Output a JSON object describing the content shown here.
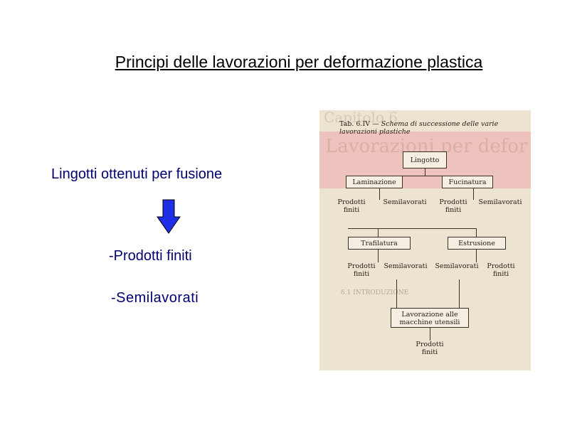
{
  "title": "Principi delle lavorazioni per deformazione plastica",
  "left": {
    "source": "Lingotti ottenuti per fusione",
    "outputs": [
      "-Prodotti finiti",
      "-Semilavorati"
    ]
  },
  "figure": {
    "caption_label": "Tab. 6.IV —",
    "caption_text": "Schema di successione delle varie lavorazioni plastiche",
    "root": "Lingotto",
    "level1": [
      "Laminazione",
      "Fucinatura"
    ],
    "lam_out": [
      "Prodotti finiti",
      "Semilavorati"
    ],
    "fuc_out": [
      "Prodotti finiti",
      "Semilavorati"
    ],
    "level2": [
      "Trafilatura",
      "Estrusione"
    ],
    "traf_out": [
      "Prodotti finiti",
      "Semilavorati"
    ],
    "estr_out": [
      "Semilavorati",
      "Prodotti finiti"
    ],
    "machine": "Lavorazione alle macchine utensili",
    "final": "Prodotti finiti",
    "bg_header": "Capitolo 6",
    "bg_title": "Lavorazioni per defor",
    "bg_section": "6.1  INTRODUZIONE"
  },
  "colors": {
    "text_blue": "#00006e",
    "arrow_blue": "#1f2fe6"
  }
}
